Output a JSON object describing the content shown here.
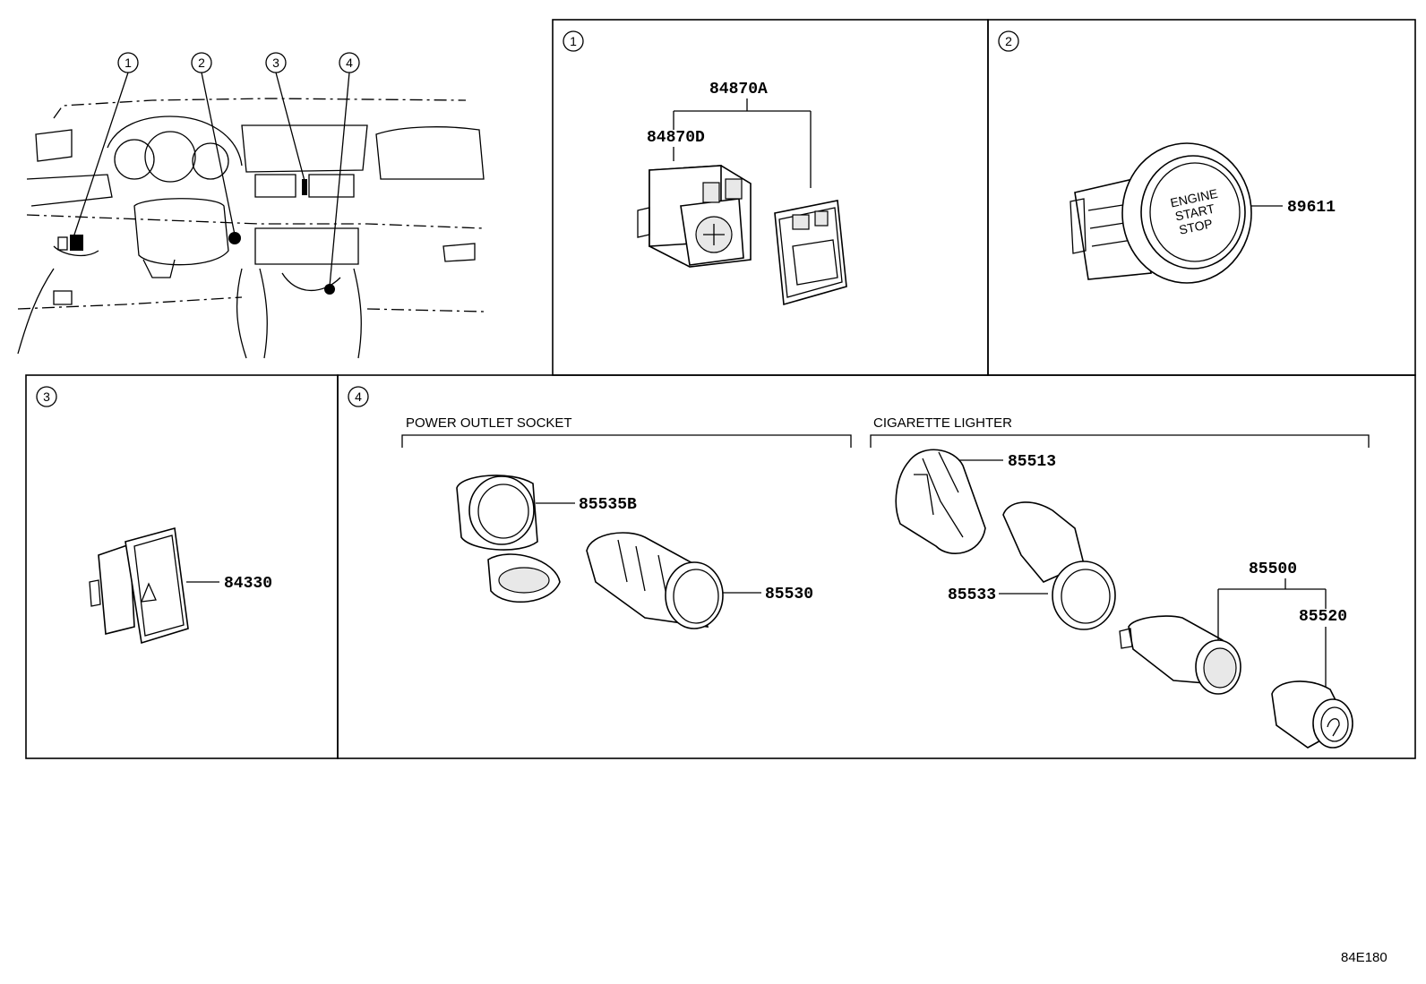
{
  "callouts": {
    "c1": "1",
    "c2": "2",
    "c3": "3",
    "c4": "4"
  },
  "panels": {
    "p1": {
      "number": "1",
      "labels": {
        "assy": "84870A",
        "sub": "84870D"
      }
    },
    "p2": {
      "number": "2",
      "labels": {
        "part": "89611"
      },
      "button_text": [
        "ENGINE",
        "START",
        "STOP"
      ]
    },
    "p3": {
      "number": "3",
      "labels": {
        "part": "84330"
      }
    },
    "p4": {
      "number": "4",
      "power_outlet_heading": "POWER OUTLET SOCKET",
      "cigarette_heading": "CIGARETTE LIGHTER",
      "labels": {
        "cap": "85535B",
        "socket": "85530",
        "lighter_top": "85513",
        "lighter_ring": "85533",
        "lighter_assy": "85500",
        "lighter_knob": "85520"
      }
    }
  },
  "diagram_code": "84E180"
}
